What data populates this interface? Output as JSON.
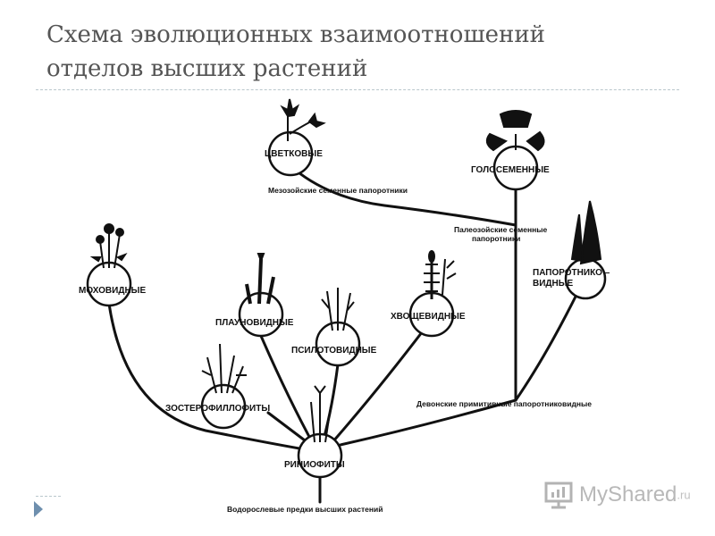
{
  "slide": {
    "title_line1": "Схема эволюционных взаимоотношений",
    "title_line2": "отделов высших растений"
  },
  "diagram": {
    "nodes": {
      "tsvetkovye": "ЦВЕТКОВЫЕ",
      "golosemennye": "ГОЛОСЕМЕННЫЕ",
      "mokhovidnye": "МОХОВИДНЫЕ",
      "paporotnikovidnye_1": "ПАПОРОТНИКО –",
      "paporotnikovidnye_2": "ВИДНЫЕ",
      "plaunovidnye": "ПЛАУНОВИДНЫЕ",
      "khvoshchevidnye": "ХВОЩЕВИДНЫЕ",
      "psilotovidnye": "ПСИЛОТОВИДНЫЕ",
      "zosterofillofity": "ЗОСТЕРОФИЛЛОФИТЫ",
      "riniofity": "РИНИОФИТЫ"
    },
    "branch_labels": {
      "mesozoic": "Мезозойские семенные папоротники",
      "paleozoic_1": "Палеозойские семенные",
      "paleozoic_2": "папоротники",
      "devonian": "Девонские примитивные папоротниковидные",
      "algal": "Водорослевые предки высших растений"
    }
  },
  "logo": {
    "text": "MyShared",
    "ext": ".ru"
  }
}
